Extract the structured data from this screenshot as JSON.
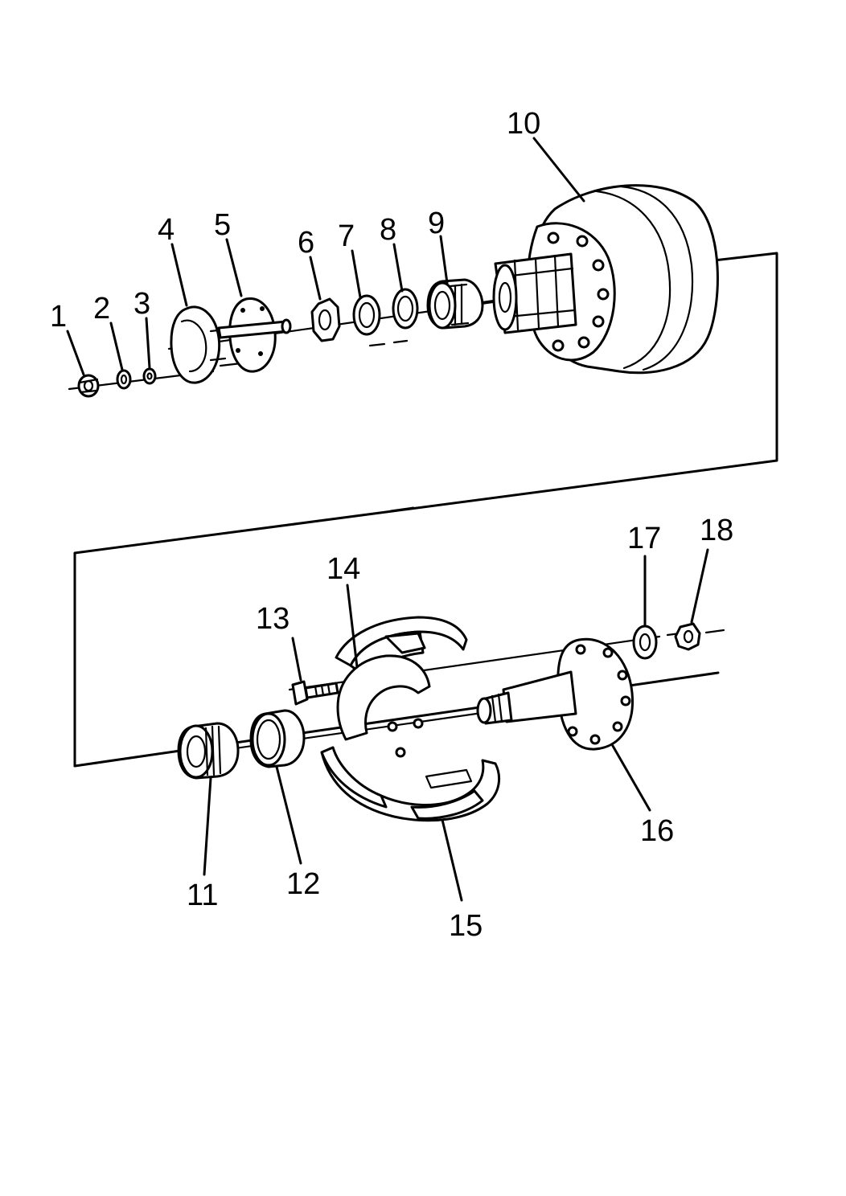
{
  "colors": {
    "ink": "#000000",
    "paper": "#ffffff"
  },
  "callouts": {
    "c1": "1",
    "c2": "2",
    "c3": "3",
    "c4": "4",
    "c5": "5",
    "c6": "6",
    "c7": "7",
    "c8": "8",
    "c9": "9",
    "c10": "10",
    "c11": "11",
    "c12": "12",
    "c13": "13",
    "c14": "14",
    "c15": "15",
    "c16": "16",
    "c17": "17",
    "c18": "18"
  }
}
